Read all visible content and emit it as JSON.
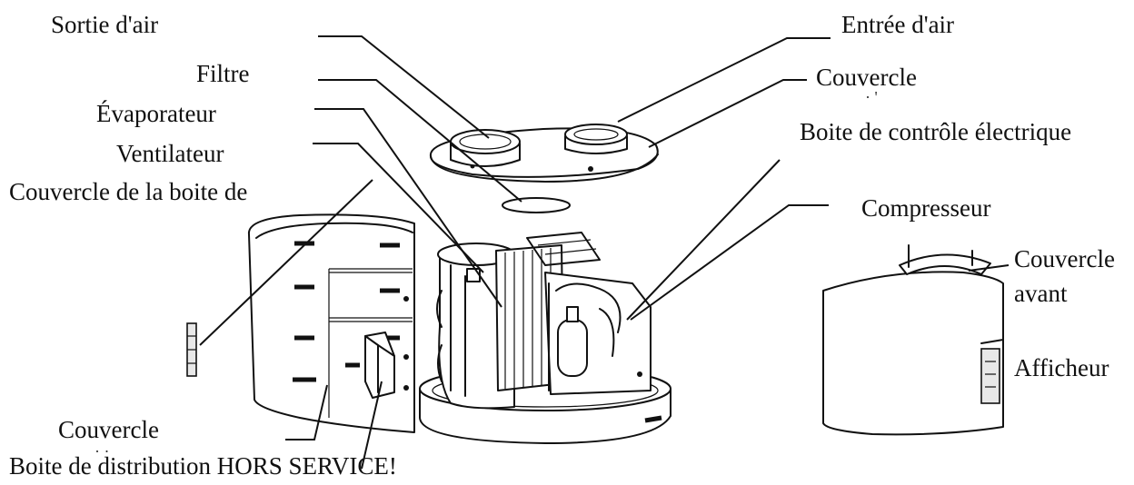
{
  "labels": {
    "sortie_air": "Sortie d'air",
    "filtre": "Filtre",
    "evaporateur": "Évaporateur",
    "ventilateur": "Ventilateur",
    "couvercle_boite": "Couvercle de la boite de",
    "entree_air": "Entrée d'air",
    "couvercle_top": "Couvercle",
    "boite_controle": "Boite de contrôle électrique",
    "compresseur": "Compresseur",
    "couvercle_avant_1": "Couvercle",
    "couvercle_avant_2": "avant",
    "afficheur": "Afficheur",
    "couvercle_bas": "Couvercle",
    "boite_distribution": "Boite de distribution HORS SERVICE!"
  }
}
